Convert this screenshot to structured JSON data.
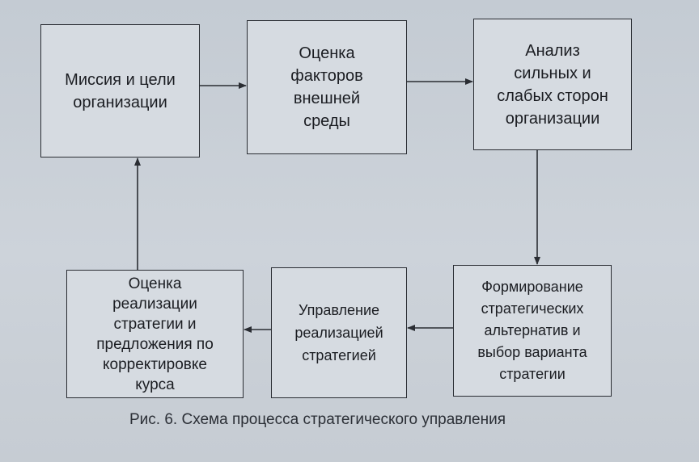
{
  "diagram": {
    "boxes": {
      "mission": "Миссия и цели\nорганизации",
      "external": "Оценка\nфакторов\nвнешней\nсреды",
      "swot": "Анализ\nсильных и\nслабых сторон\nорганизации",
      "alternatives": "Формирование\nстратегических\nальтернатив и\nвыбор варианта\nстратегии",
      "implementation": "Управление\nреализацией\nстратегией",
      "evaluation": "Оценка\nреализации\nстратегии и\nпредложения по\nкорректировке\nкурса"
    },
    "caption": "Рис. 6. Схема процесса стратегического управления",
    "colors": {
      "line": "#2a2d33",
      "box_fill": "#d6dbe1",
      "text": "#1b1d22"
    }
  }
}
